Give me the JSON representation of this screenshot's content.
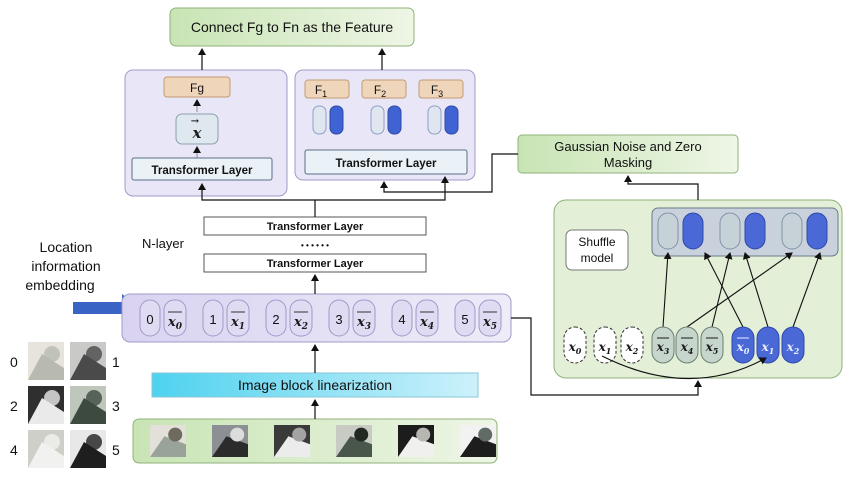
{
  "top_box": "Connect Fg to Fn as the Feature",
  "left_panel": {
    "fg": "Fg",
    "xvec": "x",
    "layer": "Transformer Layer"
  },
  "right_panel": {
    "features": [
      {
        "base": "F",
        "sub": "1"
      },
      {
        "base": "F",
        "sub": "2"
      },
      {
        "base": "F",
        "sub": "3"
      }
    ],
    "layer": "Transformer Layer"
  },
  "gaussian": {
    "line1": "Gaussian Noise and Zero",
    "line2": "Masking"
  },
  "stack": {
    "top_layer": "Transformer Layer",
    "dots": "• • • • • •",
    "bottom_layer": "Transformer Layer",
    "n_layer": "N-layer"
  },
  "location": {
    "line1": "Location",
    "line2": "information",
    "line3": "embedding"
  },
  "tokens": [
    {
      "pos": "0",
      "sym": "x",
      "sub": "0"
    },
    {
      "pos": "1",
      "sym": "x",
      "sub": "1"
    },
    {
      "pos": "2",
      "sym": "x",
      "sub": "2"
    },
    {
      "pos": "3",
      "sym": "x",
      "sub": "3"
    },
    {
      "pos": "4",
      "sym": "x",
      "sub": "4"
    },
    {
      "pos": "5",
      "sym": "x",
      "sub": "5"
    }
  ],
  "linearization": "Image block linearization",
  "grid_labels": [
    "0",
    "1",
    "2",
    "3",
    "4",
    "5"
  ],
  "shuffle": {
    "label_line1": "Shuffle",
    "label_line2": "model",
    "tokens": [
      {
        "sym": "x",
        "sub": "0",
        "style": "dashed"
      },
      {
        "sym": "x",
        "sub": "1",
        "style": "dashed"
      },
      {
        "sym": "x",
        "sub": "2",
        "style": "dashed"
      },
      {
        "sym": "x",
        "sub": "3",
        "style": "gray"
      },
      {
        "sym": "x",
        "sub": "4",
        "style": "gray"
      },
      {
        "sym": "x",
        "sub": "5",
        "style": "gray"
      },
      {
        "sym": "x",
        "sub": "0",
        "style": "blue"
      },
      {
        "sym": "x",
        "sub": "1",
        "style": "blue"
      },
      {
        "sym": "x",
        "sub": "2",
        "style": "blue"
      }
    ]
  },
  "colors": {
    "green_box": "#dff0cf",
    "lavender_panel": "#e8e6f6",
    "blue_token": "#4a68d6",
    "cyan_bar": "#5fd6ee",
    "orange_feature": "#f1d8b8"
  }
}
